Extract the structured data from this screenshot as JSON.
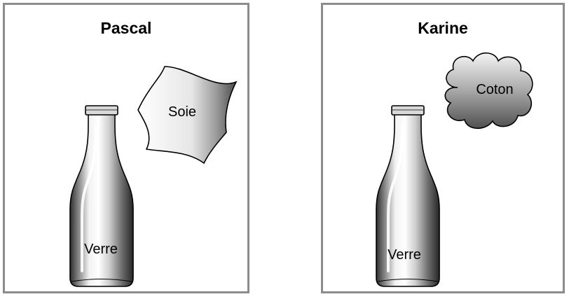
{
  "panels": [
    {
      "title": "Pascal",
      "bottle_label": "Verre",
      "object": "silk-cloth",
      "object_label": "Soie"
    },
    {
      "title": "Karine",
      "bottle_label": "Verre",
      "object": "cotton-cloud",
      "object_label": "Coton"
    }
  ]
}
